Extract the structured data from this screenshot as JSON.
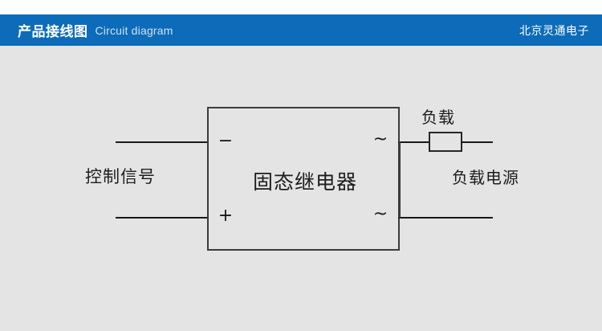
{
  "header": {
    "title_cn": "产品接线图",
    "title_en": "Circuit diagram",
    "brand": "北京灵通电子",
    "background_color": "#0d6cb9",
    "text_color": "#ffffff"
  },
  "canvas": {
    "background_color": "#e4e4e4",
    "line_color": "#1a1a1a"
  },
  "diagram": {
    "type": "circuit-diagram",
    "component": {
      "label": "固态继电器",
      "terminals": {
        "input_negative": "−",
        "input_positive": "+",
        "output_ac_top": "~",
        "output_ac_bottom": "~"
      }
    },
    "labels": {
      "control_signal": "控制信号",
      "load": "负载",
      "load_power": "负载电源"
    }
  }
}
